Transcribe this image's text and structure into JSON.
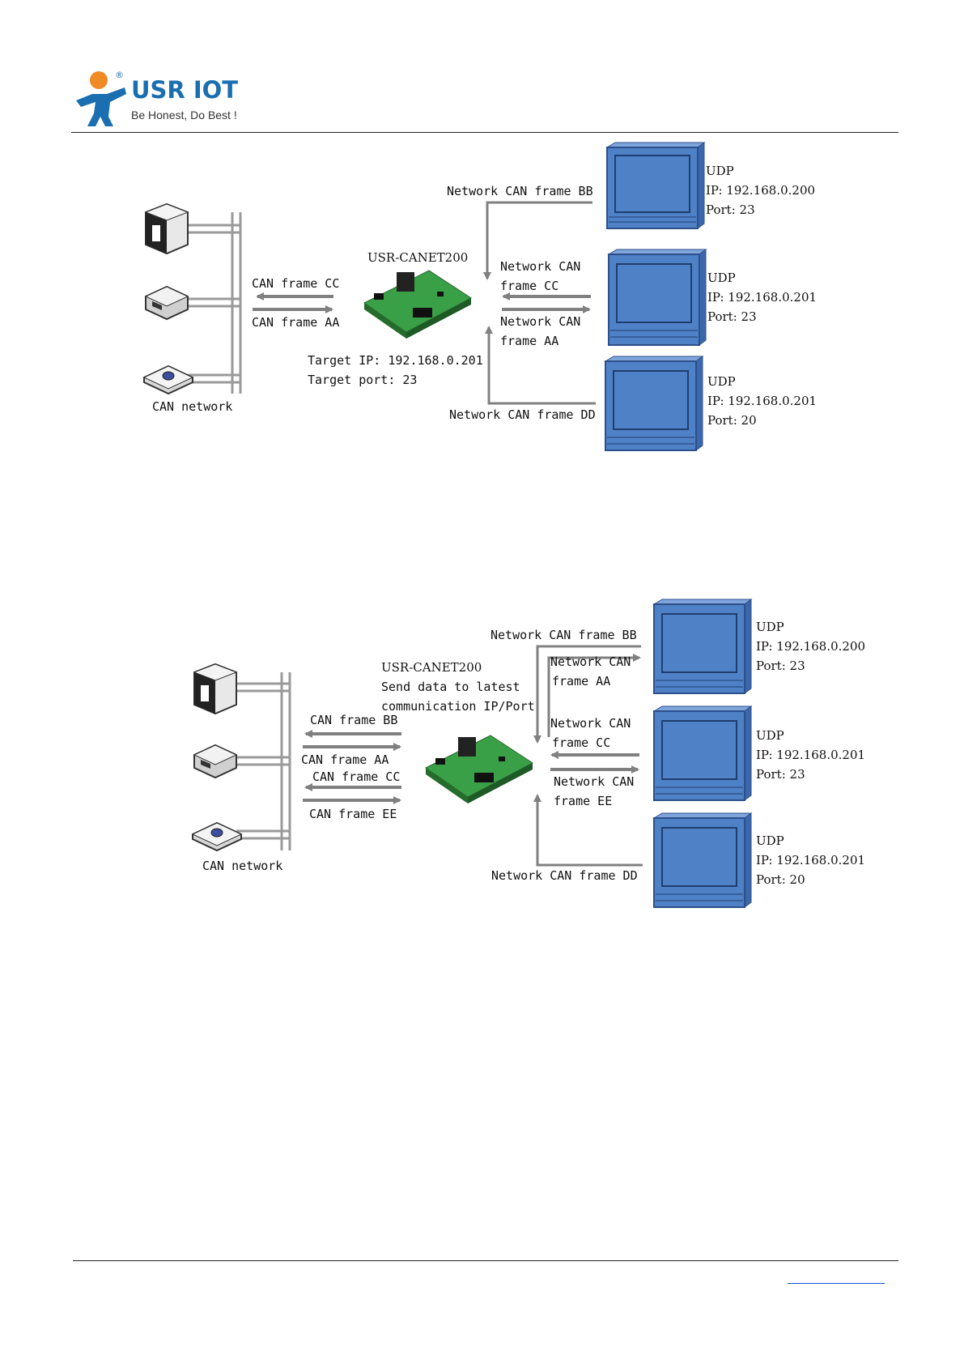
{
  "brand": {
    "name": "USR IOT",
    "registered": "®",
    "slogan": "Be Honest, Do Best !"
  },
  "diagram1": {
    "device_label": "USR-CANET200",
    "can_network_label": "CAN network",
    "left_arrows": [
      "CAN frame CC",
      "CAN frame AA"
    ],
    "target_ip": "Target IP: 192.168.0.201",
    "target_port": "Target port: 23",
    "network_frames": {
      "bb": "Network CAN frame BB",
      "cc_1": "Network CAN",
      "cc_2": "frame CC",
      "aa_1": "Network CAN",
      "aa_2": "frame AA",
      "dd": "Network CAN frame DD"
    },
    "pcs": [
      {
        "proto": "UDP",
        "ip": "IP: 192.168.0.200",
        "port": "Port: 23"
      },
      {
        "proto": "UDP",
        "ip": "IP: 192.168.0.201",
        "port": "Port: 23"
      },
      {
        "proto": "UDP",
        "ip": "IP: 192.168.0.201",
        "port": "Port: 20"
      }
    ]
  },
  "diagram2": {
    "device_label": "USR-CANET200",
    "device_note_1": "Send data to latest",
    "device_note_2": "communication IP/Port",
    "can_network_label": "CAN network",
    "left_arrows": [
      "CAN frame BB",
      "CAN frame AA",
      "CAN frame CC",
      "CAN frame EE"
    ],
    "network_frames": {
      "bb": "Network CAN frame BB",
      "aa_1": "Network CAN",
      "aa_2": "frame AA",
      "cc_1": "Network CAN",
      "cc_2": "frame CC",
      "ee_1": "Network CAN",
      "ee_2": "frame EE",
      "dd": "Network CAN frame DD"
    },
    "pcs": [
      {
        "proto": "UDP",
        "ip": "IP: 192.168.0.200",
        "port": "Port: 23"
      },
      {
        "proto": "UDP",
        "ip": "IP: 192.168.0.201",
        "port": "Port: 23"
      },
      {
        "proto": "UDP",
        "ip": "IP: 192.168.0.201",
        "port": "Port: 20"
      }
    ]
  },
  "colors": {
    "brand_blue": "#1a6fb0",
    "brand_orange": "#f08a24",
    "pc_blue": "#4f81c7",
    "board_green": "#3aa047",
    "arrow_gray": "#808080"
  }
}
